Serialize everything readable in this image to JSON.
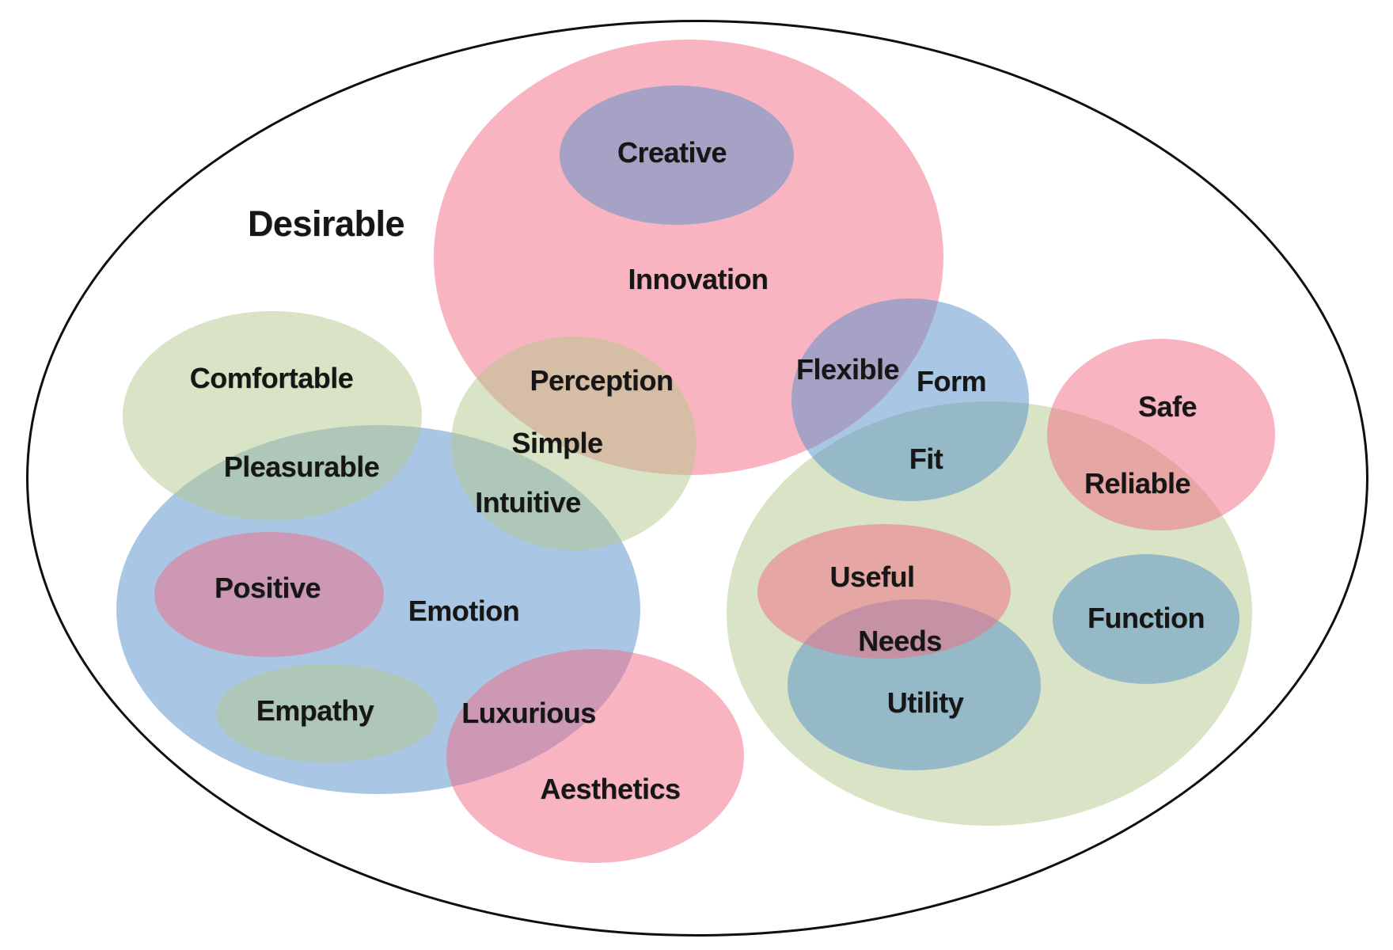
{
  "diagram": {
    "type": "euler-venn-diagram",
    "topic": "Desirability of design — overlapping quality attributes",
    "outer_set": "Desirable"
  },
  "palette": {
    "pink_base": "#F26984",
    "blue_base": "#5490CA",
    "green_base": "#B4C88C",
    "fill_opacity": "0.5",
    "pink_on_white": "#F8B4C1",
    "blue_on_white": "#A9C7E4",
    "green_on_white": "#D9E3C5",
    "outline": "#0F0F0F",
    "text": "#161616",
    "background": "#FFFFFF"
  },
  "labels": {
    "desirable": "Desirable",
    "creative": "Creative",
    "innovation": "Innovation",
    "comfortable": "Comfortable",
    "pleasurable": "Pleasurable",
    "perception": "Perception",
    "simple": "Simple",
    "intuitive": "Intuitive",
    "positive": "Positive",
    "emotion": "Emotion",
    "empathy": "Empathy",
    "luxurious": "Luxurious",
    "aesthetics": "Aesthetics",
    "flexible": "Flexible",
    "form": "Form",
    "fit": "Fit",
    "safe": "Safe",
    "reliable": "Reliable",
    "useful": "Useful",
    "needs": "Needs",
    "utility": "Utility",
    "function": "Function"
  },
  "ellipses": [
    {
      "name": "outer-boundary",
      "color": "none",
      "label": "Desirable"
    },
    {
      "name": "innovation",
      "color": "pink",
      "label": "Innovation"
    },
    {
      "name": "creative",
      "color": "blue",
      "label": "Creative",
      "appears": "purple (blue over pink)"
    },
    {
      "name": "emotion",
      "color": "blue",
      "label": "Emotion"
    },
    {
      "name": "comfortable",
      "color": "green",
      "label": "Comfortable"
    },
    {
      "name": "perception-simple",
      "color": "green",
      "label": "Simple"
    },
    {
      "name": "right-group",
      "color": "green",
      "label": ""
    },
    {
      "name": "form-fit",
      "color": "blue",
      "label": "Form"
    },
    {
      "name": "utility",
      "color": "blue",
      "label": "Utility"
    },
    {
      "name": "function",
      "color": "blue",
      "label": "Function"
    },
    {
      "name": "useful",
      "color": "pink",
      "label": "Useful"
    },
    {
      "name": "positive",
      "color": "pink",
      "label": "Positive"
    },
    {
      "name": "empathy",
      "color": "green",
      "label": "Empathy"
    },
    {
      "name": "aesthetics",
      "color": "pink",
      "label": "Aesthetics"
    },
    {
      "name": "safe",
      "color": "pink",
      "label": "Safe"
    }
  ],
  "overlap_labels": [
    {
      "text": "Pleasurable",
      "between": [
        "Comfortable",
        "Emotion"
      ]
    },
    {
      "text": "Perception",
      "between": [
        "Simple",
        "Innovation"
      ]
    },
    {
      "text": "Intuitive",
      "between": [
        "Simple",
        "Emotion"
      ]
    },
    {
      "text": "Luxurious",
      "between": [
        "Aesthetics",
        "Emotion"
      ]
    },
    {
      "text": "Flexible",
      "between": [
        "Form",
        "Innovation"
      ]
    },
    {
      "text": "Fit",
      "between": [
        "Form",
        "right-group"
      ]
    },
    {
      "text": "Reliable",
      "between": [
        "Safe",
        "right-group"
      ]
    },
    {
      "text": "Needs",
      "between": [
        "Useful",
        "Utility"
      ]
    }
  ]
}
